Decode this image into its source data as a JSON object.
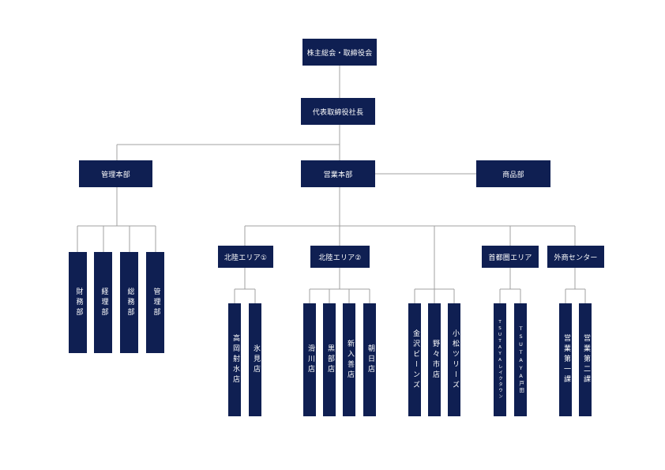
{
  "org": {
    "top": "株主総会・取締役会",
    "president": "代表取締役社長",
    "admin_hq": "管理本部",
    "sales_hq": "営業本部",
    "product_dept": "商品部",
    "admin_depts": [
      "財務部",
      "経理部",
      "総務部",
      "管理部"
    ],
    "hokuriku1": "北陸エリア①",
    "hokuriku1_stores": [
      "高岡射水店",
      "氷見店"
    ],
    "hokuriku2": "北陸エリア②",
    "hokuriku2_stores": [
      "滑川店",
      "黒部店",
      "新入善店",
      "朝日店"
    ],
    "direct_stores": [
      "金沢ビーンズ",
      "野々市店",
      "小松ツリーズ"
    ],
    "capital": "首都圏エリア",
    "capital_stores": [
      "TSUTAYAレイクタウン",
      "TSUTAYA戸田"
    ],
    "external": "外商センター",
    "external_units": [
      "営業第一課",
      "営業第二課"
    ]
  },
  "colors": {
    "box": "#0f1f52",
    "line": "#a0a0a0"
  }
}
